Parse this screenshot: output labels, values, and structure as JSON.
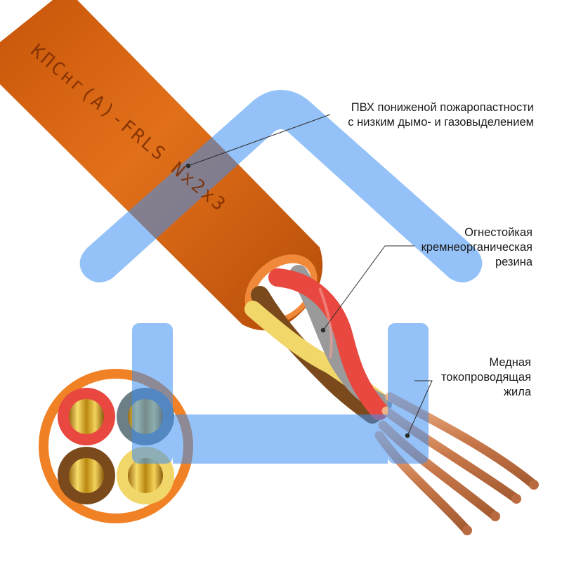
{
  "cable_marking": "КПСнг(А)-FRLS Nx2x3",
  "labels": {
    "sheath": {
      "line1": "ПВХ пониженой пожаропастности",
      "line2": "с низким дымо- и газовыделением"
    },
    "insulation": {
      "line1": "Огнестойкая",
      "line2": "кремнеорганическая",
      "line3": "резина"
    },
    "conductor": {
      "line1": "Медная",
      "line2": "токопроводящая",
      "line3": "жила"
    }
  },
  "colors": {
    "sheath_orange": "#dd6a14",
    "watermark_blue": "#3d8ff2",
    "core_red": "#e8483f",
    "core_gray": "#6d7f86",
    "core_brown": "#7a4a1c",
    "core_yellow": "#f1d66a",
    "copper": "#d18a5c",
    "gold": "#e0b21e"
  },
  "cross_section_cores": [
    "red",
    "gray",
    "brown",
    "yellow"
  ],
  "watermark_icon": "house-icon"
}
